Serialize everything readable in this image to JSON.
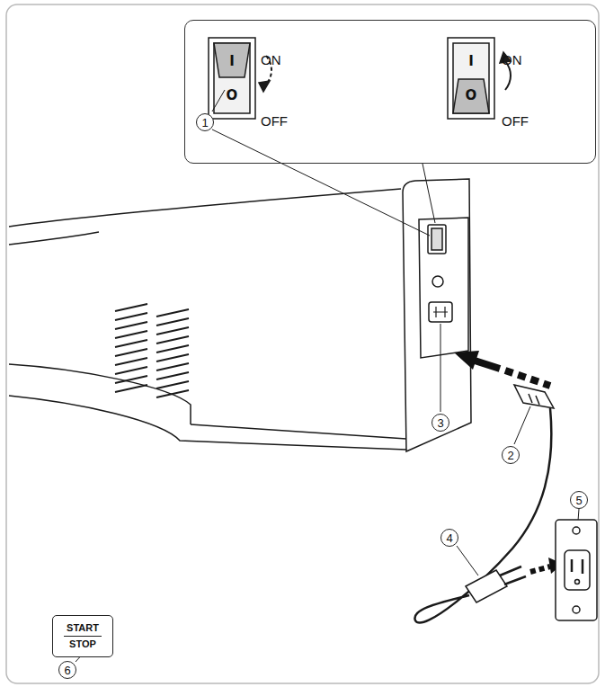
{
  "diagram": {
    "nodes": [
      {
        "text": [
          "ON",
          "OFF",
          "ON",
          "OFF"
        ]
      },
      {
        "text": [
          "START",
          "STOP"
        ]
      }
    ],
    "labels": [
      "I",
      "O",
      "I",
      "O",
      "1",
      "3",
      "2",
      "5",
      "4",
      "6"
    ]
  }
}
